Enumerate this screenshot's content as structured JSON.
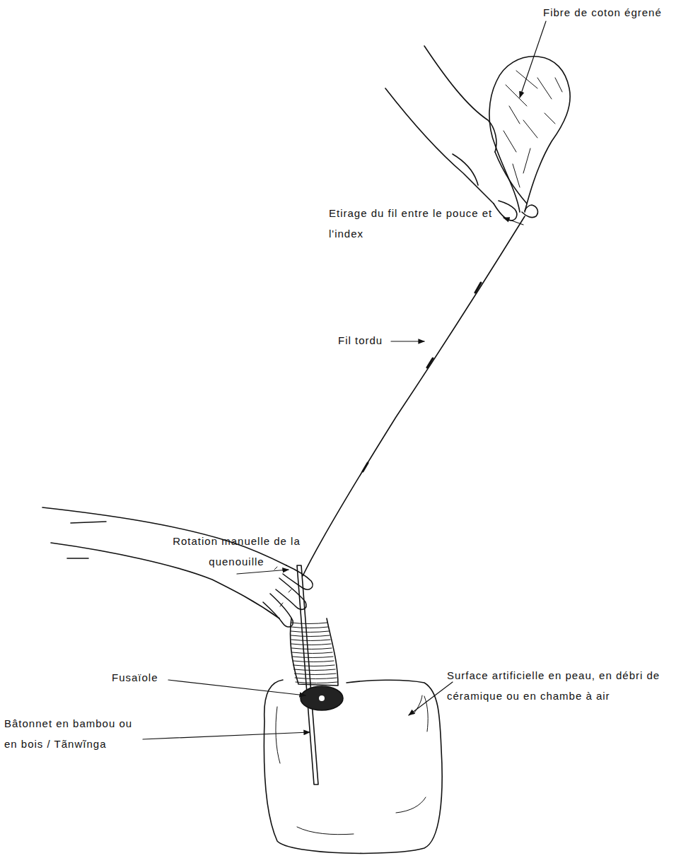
{
  "diagram": {
    "labels": [
      "Fibre de coton égrené",
      "Etirage du fil entre le pouce et l'index",
      "Fil tordu",
      "Rotation manuelle de la quenouille",
      "Fusaïole",
      "Bâtonnet en bambou ou en bois / Tãnwĩnga",
      "Surface artificielle en peau, en débri de céramique ou en chambe à air"
    ]
  }
}
